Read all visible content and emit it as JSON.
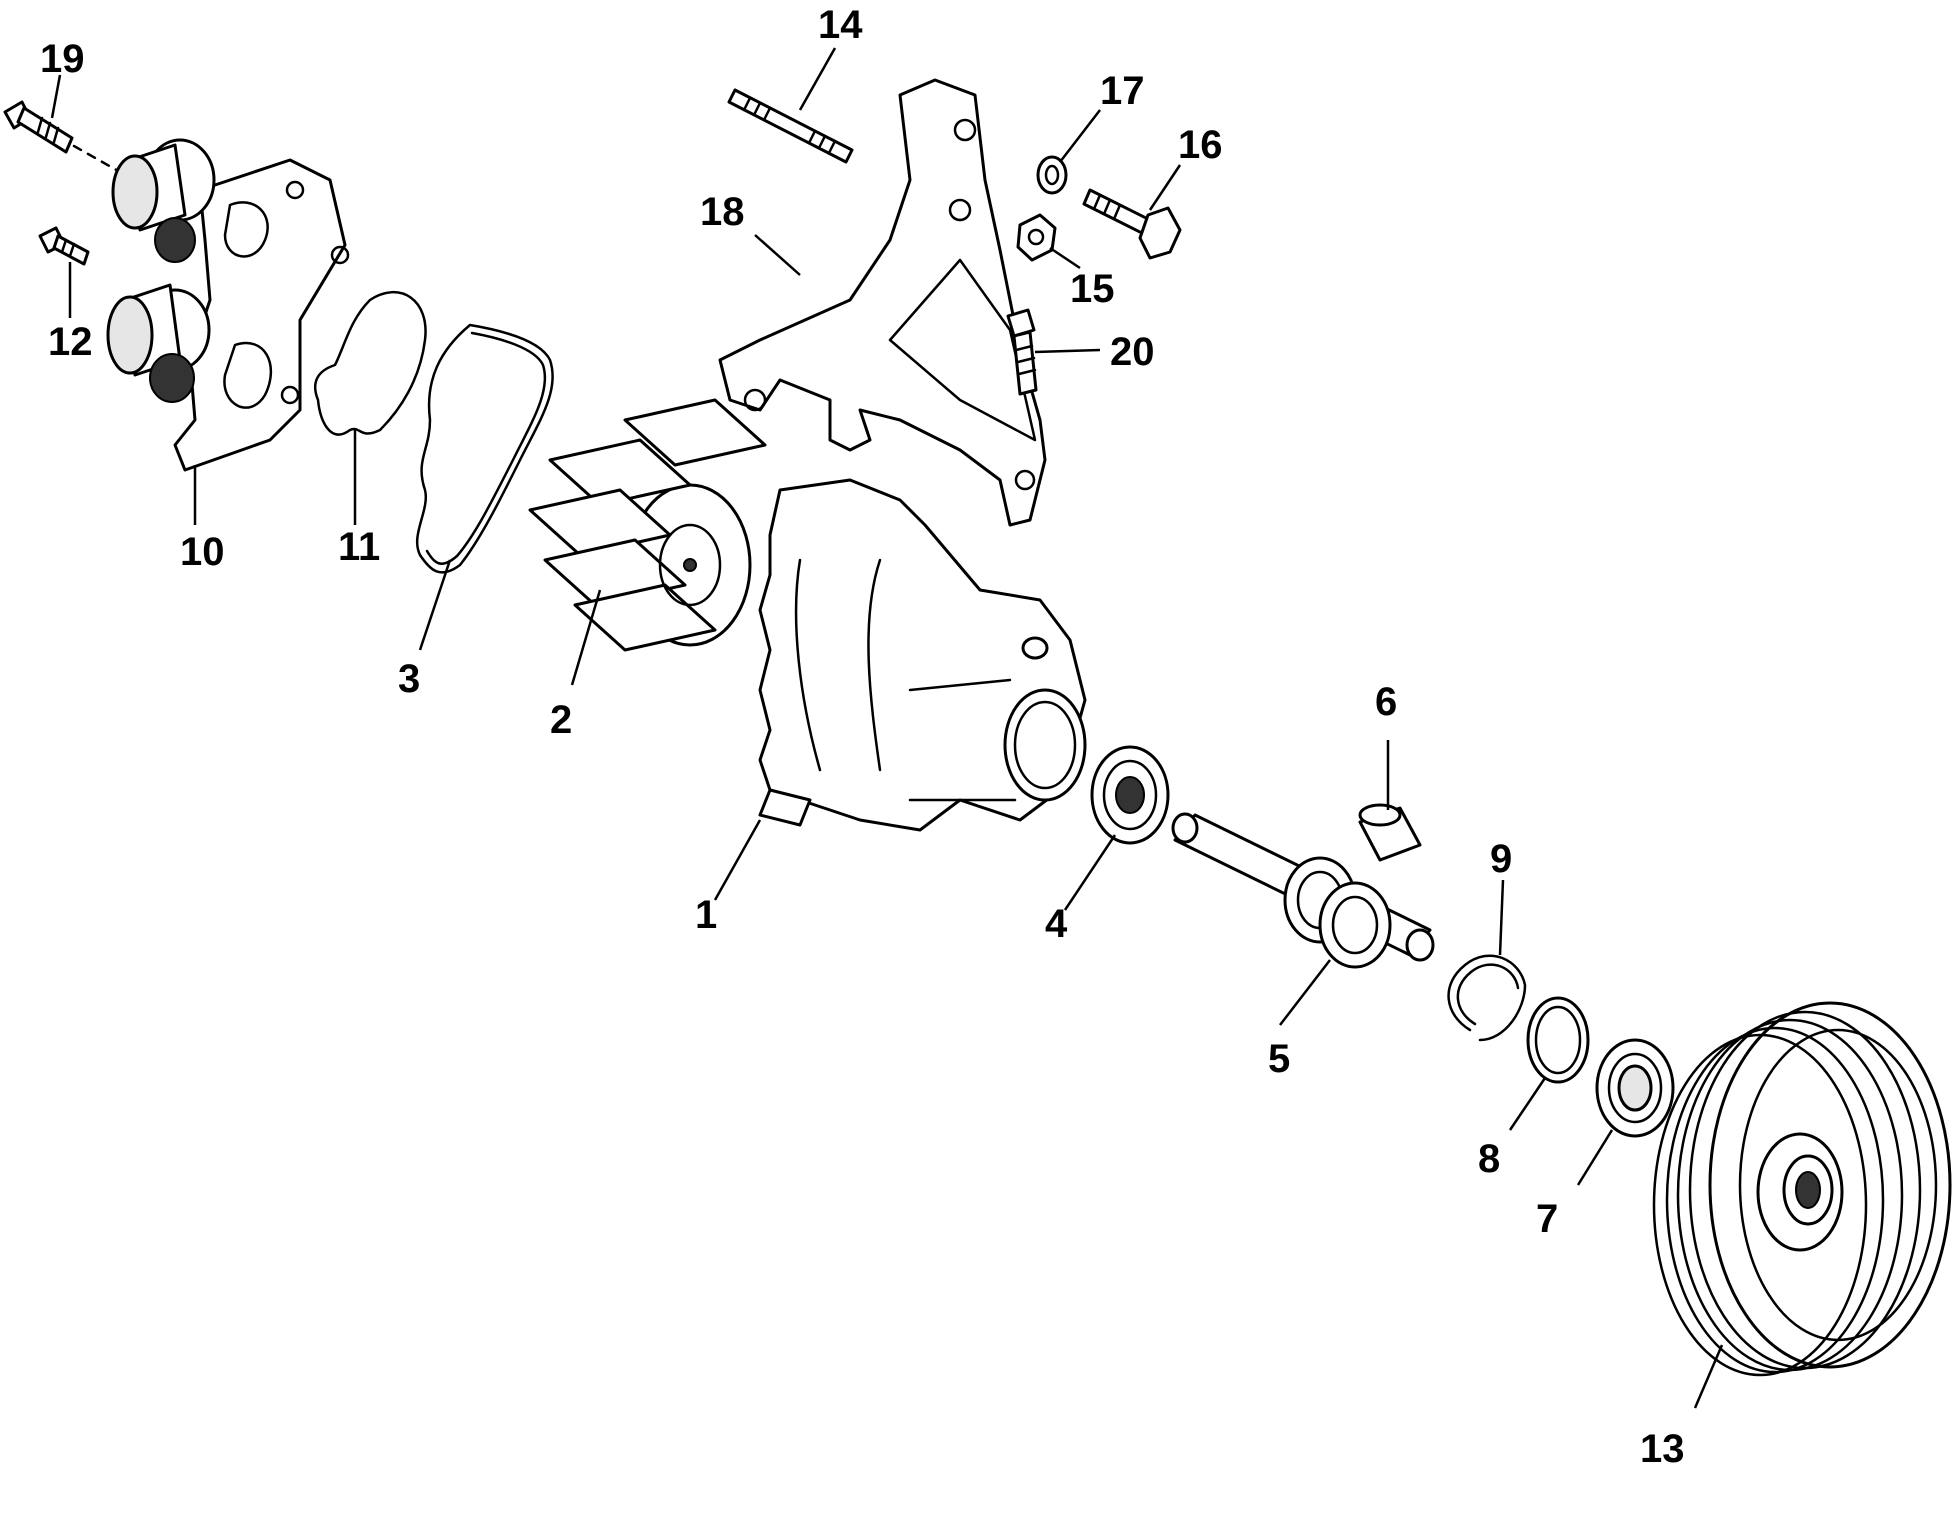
{
  "callouts": [
    {
      "id": "1",
      "text": "1"
    },
    {
      "id": "2",
      "text": "2"
    },
    {
      "id": "3",
      "text": "3"
    },
    {
      "id": "4",
      "text": "4"
    },
    {
      "id": "5",
      "text": "5"
    },
    {
      "id": "6",
      "text": "6"
    },
    {
      "id": "7",
      "text": "7"
    },
    {
      "id": "8",
      "text": "8"
    },
    {
      "id": "9",
      "text": "9"
    },
    {
      "id": "10",
      "text": "10"
    },
    {
      "id": "11",
      "text": "11"
    },
    {
      "id": "12",
      "text": "12"
    },
    {
      "id": "13",
      "text": "13"
    },
    {
      "id": "14",
      "text": "14"
    },
    {
      "id": "15",
      "text": "15"
    },
    {
      "id": "16",
      "text": "16"
    },
    {
      "id": "17",
      "text": "17"
    },
    {
      "id": "18",
      "text": "18"
    },
    {
      "id": "19",
      "text": "19"
    },
    {
      "id": "20",
      "text": "20"
    }
  ],
  "colors": {
    "line": "#000000",
    "background": "#ffffff",
    "shade": "#e6e6e6"
  }
}
